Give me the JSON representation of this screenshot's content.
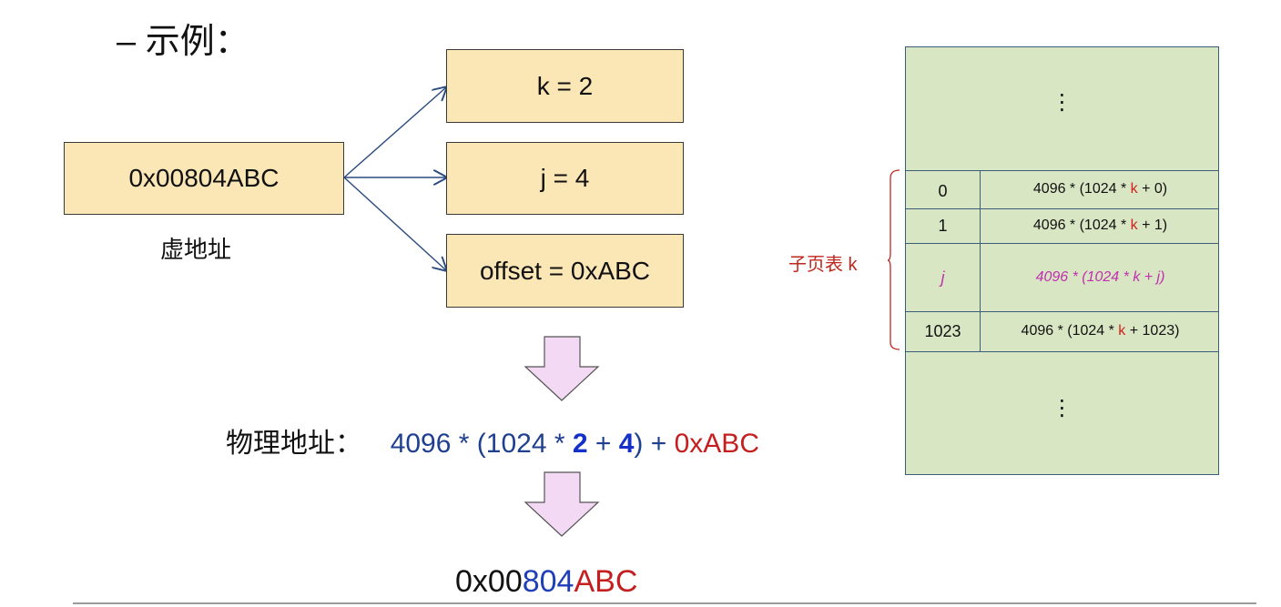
{
  "title": "– 示例：",
  "virtual_address": {
    "value": "0x00804ABC",
    "label": "虚地址"
  },
  "fields": [
    {
      "text": "k = 2"
    },
    {
      "text": "j = 4"
    },
    {
      "text": "offset = 0xABC"
    }
  ],
  "physical_address": {
    "label": "物理地址：",
    "expr_prefix": "4096 * (1024 * ",
    "k_value": "2",
    "plus": " + ",
    "j_value": "4",
    "expr_close": ") + ",
    "offset": "0xABC"
  },
  "result": {
    "part1": "0x00",
    "part2": "804",
    "part3": "ABC"
  },
  "page_table": {
    "side_label": "子页表 k",
    "top_dots": "⋮",
    "bottom_dots": "⋮",
    "rows": [
      {
        "index": "0",
        "expr_a": "4096 * (1024 * ",
        "k": "k",
        "expr_b": " + 0)"
      },
      {
        "index": "1",
        "expr_a": "4096 * (1024 * ",
        "k": "k",
        "expr_b": " + 1)"
      },
      {
        "index": "j",
        "expr_full": "4096 * (1024 * k + j)"
      },
      {
        "index": "1023",
        "expr_a": "4096 * (1024 * ",
        "k": "k",
        "expr_b": " + 1023)"
      }
    ]
  },
  "colors": {
    "box_fill": "#fbe6b6",
    "table_fill": "#d9e6c3",
    "down_arrow_fill": "#f4d9f4",
    "accent_blue": "#1f3fb8",
    "accent_red": "#c41e1e",
    "magenta": "#c030b0"
  }
}
